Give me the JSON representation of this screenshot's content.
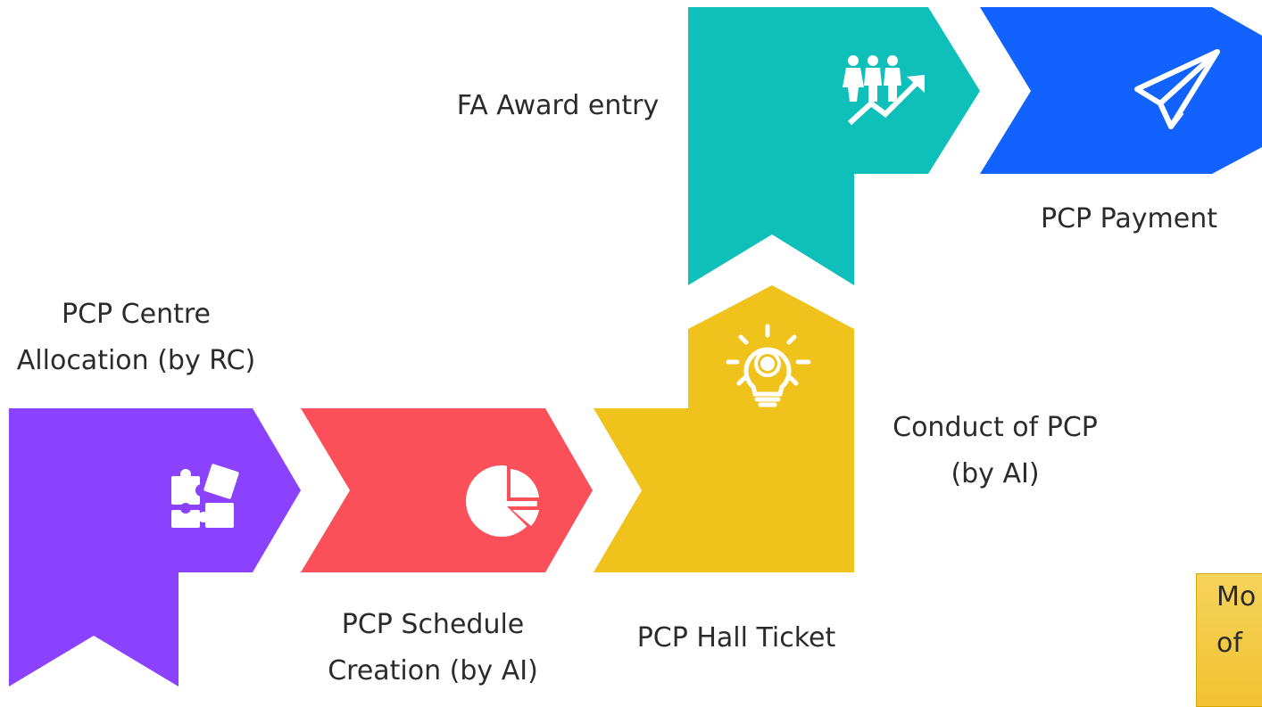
{
  "steps": {
    "fa_award": {
      "label": "FA Award entry",
      "icon": "people-growth-icon",
      "color": "#0fbfb9"
    },
    "payment": {
      "label": "PCP Payment",
      "icon": "paper-plane-icon",
      "color": "#1262ff"
    },
    "centre_allocation": {
      "line1": "PCP Centre",
      "line2": "Allocation (by RC)",
      "icon": "puzzle-icon",
      "color": "#8a42ff"
    },
    "schedule": {
      "line1": "PCP Schedule",
      "line2": "Creation (by AI)",
      "icon": "pie-chart-icon",
      "color": "#fb505a"
    },
    "hall_ticket": {
      "label": "PCP Hall Ticket",
      "icon": "lightbulb-gear-icon",
      "color": "#f0c21c"
    },
    "conduct": {
      "line1": "Conduct of PCP",
      "line2": "(by AI)"
    }
  },
  "corner_note": {
    "line1": "Mo",
    "line2": "of"
  }
}
